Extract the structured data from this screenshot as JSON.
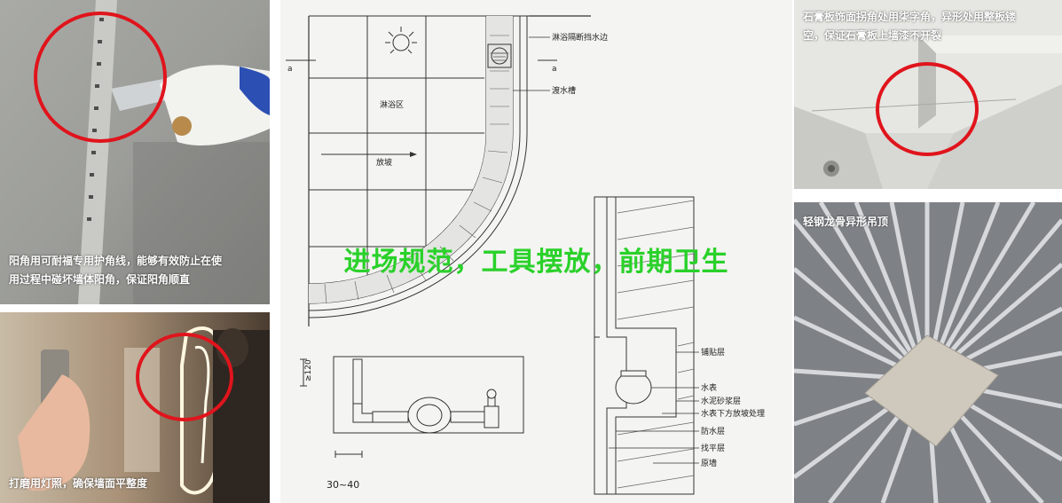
{
  "photos": {
    "corner_bead": {
      "caption_line1": "阳角用可耐福专用护角线，能够有效防止在使",
      "caption_line2": "用过程中碰坏墙体阳角，保证阳角顺直"
    },
    "sanding_light": {
      "caption": "打磨用灯照，确保墙面平整度"
    },
    "gypsum_corner": {
      "caption_line1": "石膏板饰面拐角处用柒字角，异形处用整板镂",
      "caption_line2": "空，保证石膏板上墙漆不开裂"
    },
    "steel_keel_ceiling": {
      "caption": "轻钢龙骨异形吊顶"
    }
  },
  "drawing": {
    "section_mark_left": "a",
    "section_mark_right": "a",
    "label_shower_partition": "淋浴隔断挡水边",
    "label_drain_slot": "渡水槽",
    "label_shower_zone": "淋浴区",
    "label_slope": "放坡",
    "dim_height": "≥120",
    "dim_width": "30~40",
    "layers": [
      "铺贴层",
      "水表",
      "水泥砂浆层",
      "水表下方放坡处理",
      "防水层",
      "找平层",
      "原墙"
    ]
  },
  "headline": "进场规范，工具摆放，前期卫生",
  "colors": {
    "highlight": "#e0141c",
    "headline": "#2ad12a",
    "caption": "#ffffff"
  }
}
